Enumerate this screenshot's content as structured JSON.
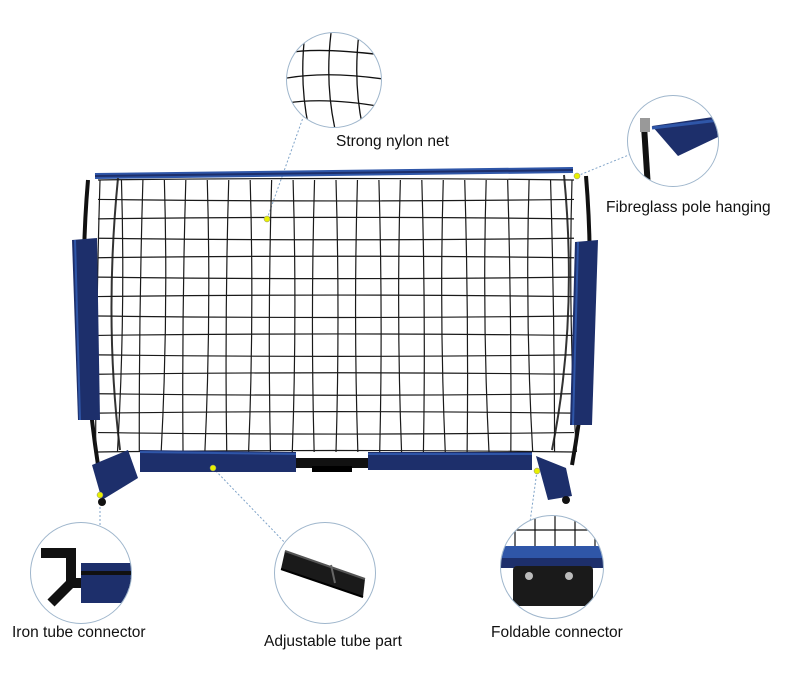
{
  "callouts": {
    "net": {
      "label": "Strong nylon net",
      "icon": "net-closeup-icon"
    },
    "pole": {
      "label": "Fibreglass pole hanging",
      "icon": "pole-hanging-icon"
    },
    "iron": {
      "label": "Iron tube connector",
      "icon": "iron-connector-icon"
    },
    "adjustable": {
      "label": "Adjustable tube part",
      "icon": "adjustable-tube-icon"
    },
    "foldable": {
      "label": "Foldable connector",
      "icon": "foldable-connector-icon"
    }
  },
  "colors": {
    "frame_blue": "#1d2f6b",
    "trim_blue": "#2f56a8",
    "net": "#1a1a1a",
    "leader": "#7fa3c8",
    "dot": "#e8f000"
  }
}
